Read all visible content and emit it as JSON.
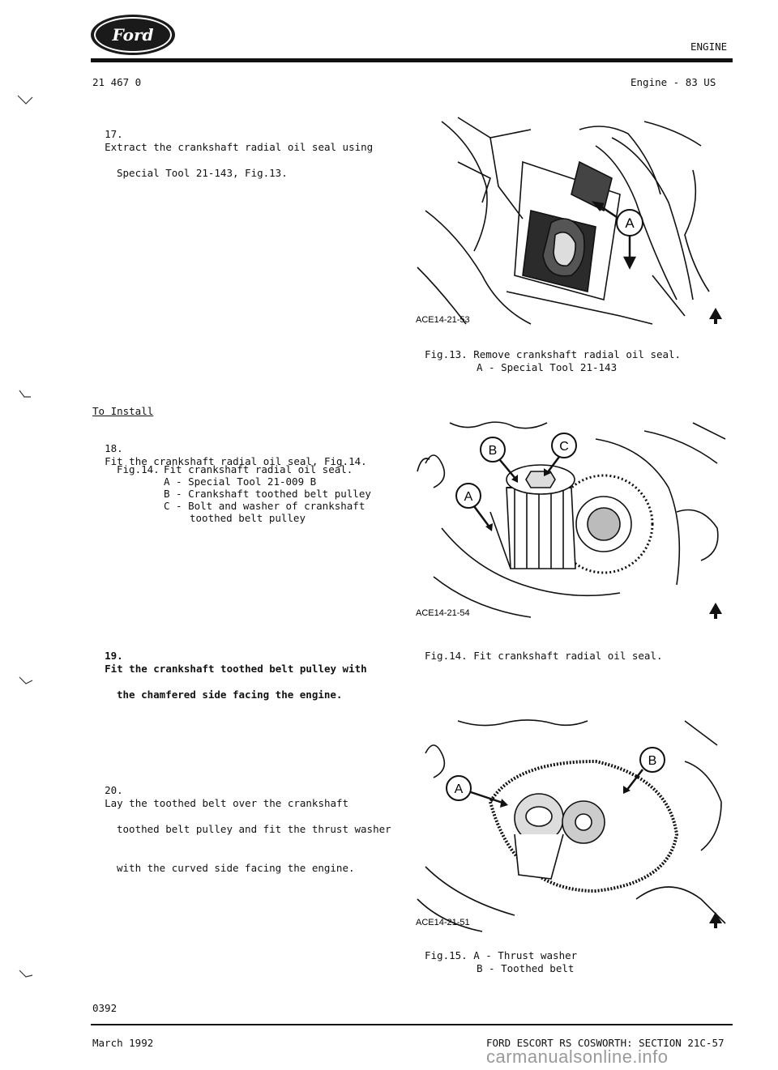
{
  "header": {
    "brand": "Ford",
    "section": "ENGINE",
    "doc_number": "21 467 0",
    "engine": "Engine - 83 US"
  },
  "steps": {
    "s17_num": "17.",
    "s17_line1": "Extract the crankshaft radial oil seal using",
    "s17_line2": "Special Tool 21-143, Fig.13.",
    "install_heading": "To Install",
    "s18_num": "18.",
    "s18_line1": "Fit the crankshaft radial oil seal, Fig.14.",
    "fig14_label": "Fig.14.",
    "fig14_title": "Fit crankshaft radial oil seal.",
    "fig14_a": "A - Special Tool 21-009 B",
    "fig14_b": "B - Crankshaft toothed belt pulley",
    "fig14_c": "C - Bolt and washer of crankshaft",
    "fig14_c2": "toothed belt pulley",
    "s19_num": "19.",
    "s19_line1": "Fit the crankshaft toothed belt pulley with",
    "s19_line2": "the chamfered side facing the engine.",
    "s20_num": "20.",
    "s20_line1": "Lay the toothed belt over the crankshaft",
    "s20_line2": "toothed belt pulley and fit the thrust washer",
    "s20_line3": "with the curved side facing the engine."
  },
  "figures": {
    "fig13": {
      "code": "ACE14-21-53",
      "callout_a": "A",
      "caption1": "Fig.13. Remove crankshaft radial oil seal.",
      "caption2": "A - Special Tool 21-143"
    },
    "fig14": {
      "code": "ACE14-21-54",
      "callout_a": "A",
      "callout_b": "B",
      "callout_c": "C",
      "caption1": "Fig.14. Fit crankshaft radial oil seal."
    },
    "fig15": {
      "code": "ACE14-21-51",
      "callout_a": "A",
      "callout_b": "B",
      "caption1": "Fig.15. A - Thrust washer",
      "caption2": "B - Toothed belt"
    }
  },
  "footer": {
    "page_code": "0392",
    "date": "March 1992",
    "title": "FORD ESCORT RS COSWORTH: SECTION 21C-57",
    "watermark": "carmanualsonline.info"
  },
  "colors": {
    "ink": "#111111",
    "paper": "#ffffff",
    "watermark": "#9a9a9a"
  }
}
